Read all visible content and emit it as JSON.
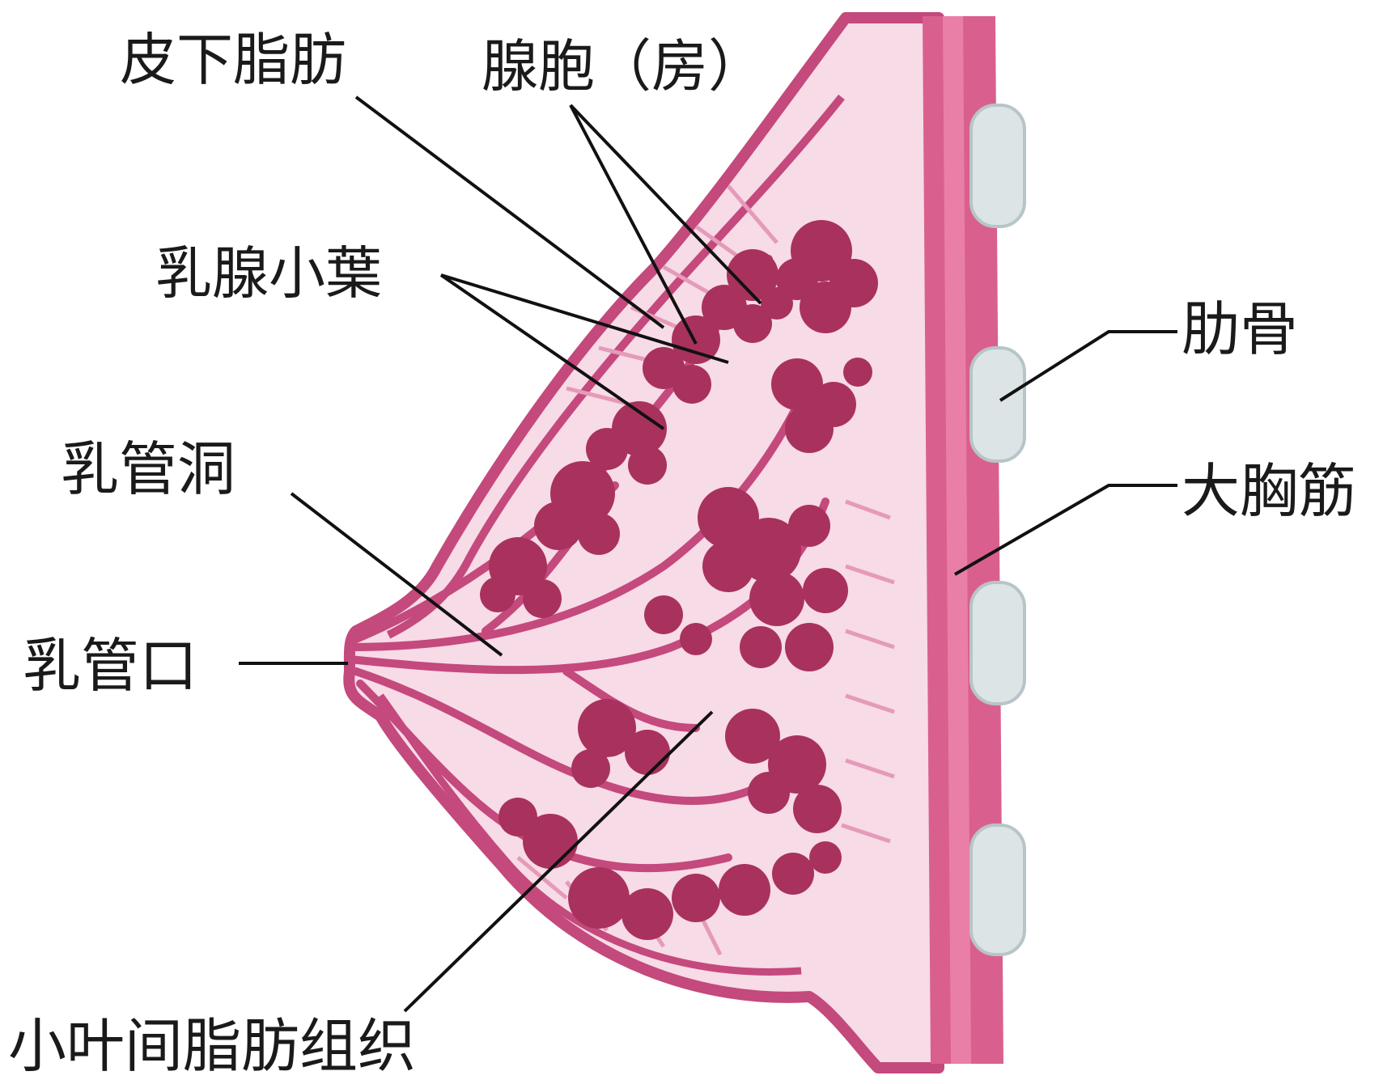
{
  "colors": {
    "tissue": "#c4497c",
    "tissue_light": "#f7dbe7",
    "lobule": "#a8325d",
    "muscle": "#d9608e",
    "muscle_light": "#e97fa7",
    "rib": "#dce4e6",
    "rib_edge": "#b7c5c8",
    "leader": "#111111",
    "text": "#1a1a1a"
  },
  "labels": {
    "subcutaneous_fat": "皮下脂肪",
    "acini": "腺胞（房）",
    "lobule": "乳腺小葉",
    "lactiferous_sinus": "乳管洞",
    "duct_opening": "乳管口",
    "interlobular_fat": "小叶间脂肪组织",
    "rib": "肋骨",
    "pectoralis_major": "大胸筋"
  }
}
